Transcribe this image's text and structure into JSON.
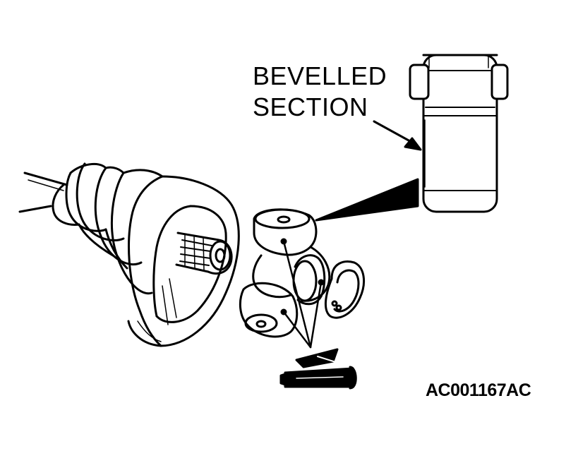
{
  "callout": {
    "line1": "BEVELLED",
    "line2": "SECTION"
  },
  "figure_code": "AC001167AC",
  "colors": {
    "ink": "#000000",
    "paper": "#ffffff"
  },
  "icons": [
    "grease-gun-icon"
  ]
}
